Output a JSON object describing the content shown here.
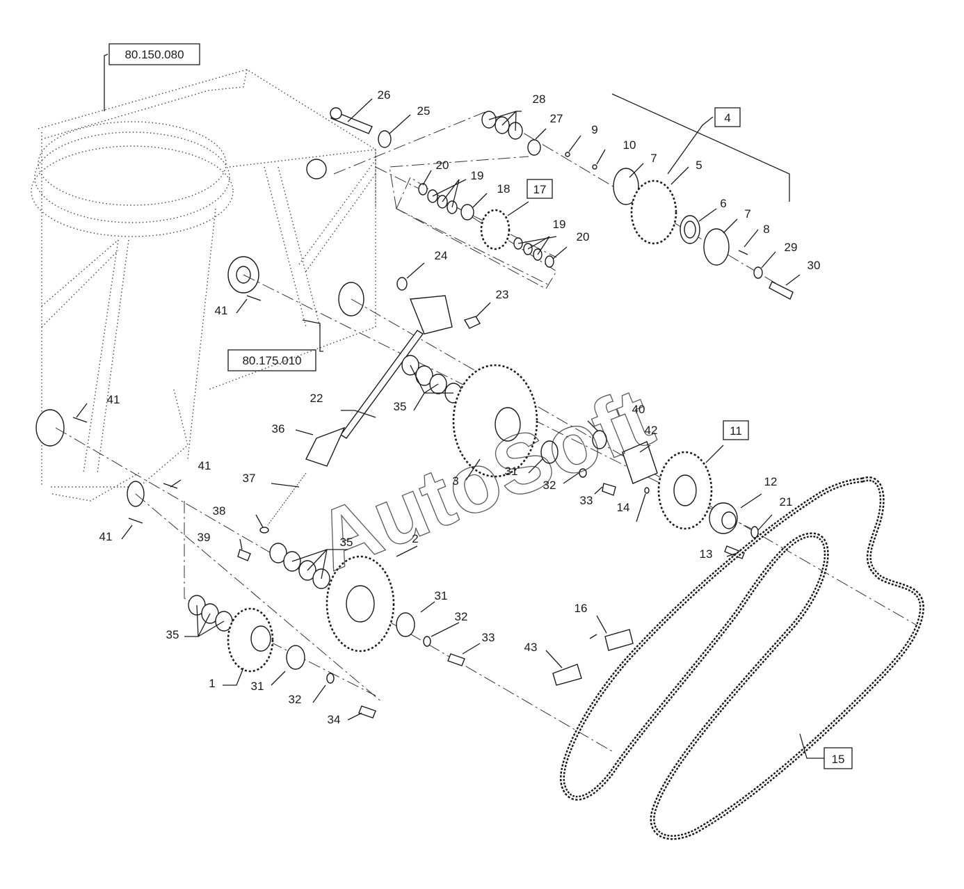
{
  "ref_boxes": [
    {
      "id": "ref-80150080",
      "text": "80.150.080"
    },
    {
      "id": "ref-80175010",
      "text": "80.175.010"
    }
  ],
  "callouts": {
    "c1": "1",
    "c2": "2",
    "c3": "3",
    "c4": "4",
    "c5": "5",
    "c6": "6",
    "c7a": "7",
    "c7b": "7",
    "c8": "8",
    "c9": "9",
    "c10": "10",
    "c11": "11",
    "c12": "12",
    "c13": "13",
    "c14": "14",
    "c15": "15",
    "c16": "16",
    "c17": "17",
    "c18": "18",
    "c19a": "19",
    "c19b": "19",
    "c20a": "20",
    "c20b": "20",
    "c21": "21",
    "c22": "22",
    "c23": "23",
    "c24": "24",
    "c25": "25",
    "c26": "26",
    "c27": "27",
    "c28": "28",
    "c29": "29",
    "c30": "30",
    "c31a": "31",
    "c31b": "31",
    "c31c": "31",
    "c32a": "32",
    "c32b": "32",
    "c32c": "32",
    "c33a": "33",
    "c33b": "33",
    "c34": "34",
    "c35a": "35",
    "c35b": "35",
    "c35c": "35",
    "c36": "36",
    "c37": "37",
    "c38": "38",
    "c39": "39",
    "c40": "40",
    "c41a": "41",
    "c41b": "41",
    "c41c": "41",
    "c41d": "41",
    "c42": "42",
    "c43": "43"
  },
  "watermark": "AutoSoft"
}
